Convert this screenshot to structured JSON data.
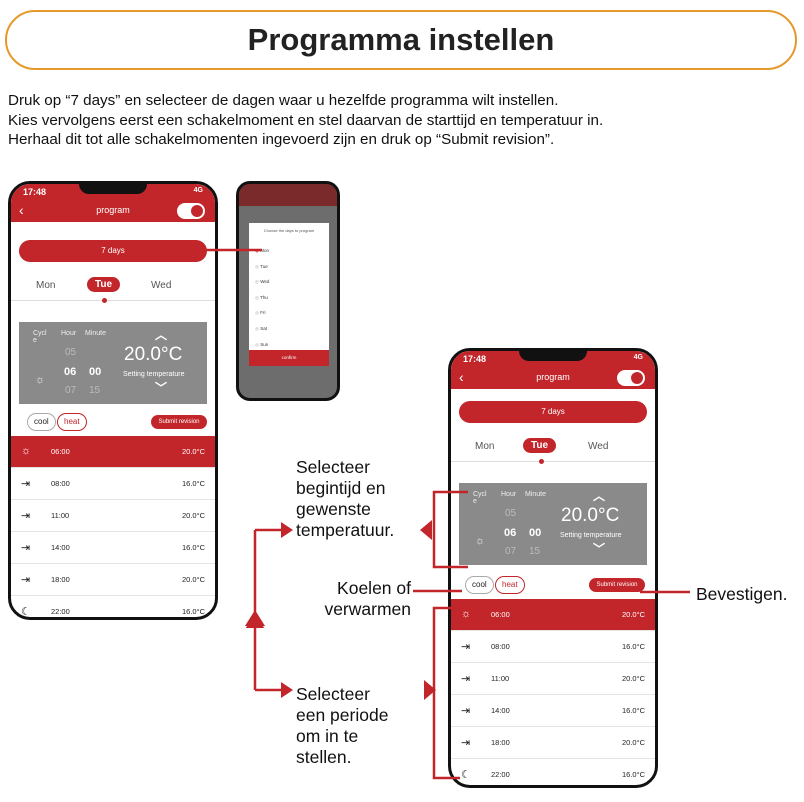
{
  "title": "Programma instellen",
  "intro": [
    "Druk op “7 days” en selecteer de dagen waar u  hezelfde programma wilt instellen.",
    "Kies vervolgens eerst een schakelmoment en stel daarvan de starttijd en temperatuur in.",
    "Herhaal dit tot alle schakelmomenten ingevoerd zijn en druk op “Submit revision”."
  ],
  "app": {
    "status_time": "17:48",
    "status_signal": "4G",
    "header_title": "program",
    "days_button": "7 days",
    "day_tabs": [
      "Mon",
      "Tue",
      "Wed"
    ],
    "selected_day": "Tue",
    "setting": {
      "cycle_label": "Cycl e",
      "hour_label": "Hour",
      "minute_label": "Minute",
      "hour_prev": "05",
      "hour_cur": "06",
      "hour_next": "07",
      "minute_cur": "00",
      "minute_next": "15",
      "temperature": "20.0°C",
      "setting_label": "Setting temperature"
    },
    "cool_label": "cool",
    "heat_label": "heat",
    "submit_label": "Submit revision",
    "periods": [
      {
        "icon": "sunrise-icon",
        "time": "06:00",
        "temp": "20.0°C",
        "active": true
      },
      {
        "icon": "door-icon",
        "time": "08:00",
        "temp": "16.0°C",
        "active": false
      },
      {
        "icon": "door-icon",
        "time": "11:00",
        "temp": "20.0°C",
        "active": false
      },
      {
        "icon": "door-icon",
        "time": "14:00",
        "temp": "16.0°C",
        "active": false
      },
      {
        "icon": "door-icon",
        "time": "18:00",
        "temp": "20.0°C",
        "active": false
      },
      {
        "icon": "moon-icon",
        "time": "22:00",
        "temp": "16.0°C",
        "active": false
      }
    ]
  },
  "popup": {
    "title": "Choose the days to program",
    "days": [
      "Mon",
      "Tue",
      "Wed",
      "Thu",
      "Fri",
      "Sat",
      "Sun"
    ],
    "confirm_label": "confirm"
  },
  "callouts": {
    "select_time": [
      "Selecteer",
      "begintijd en",
      "gewenste",
      "temperatuur."
    ],
    "cool_heat": [
      "Koelen of",
      "verwarmen"
    ],
    "confirm": "Bevestigen.",
    "select_period": [
      "Selecteer",
      "een periode",
      "om in te",
      "stellen."
    ]
  },
  "colors": {
    "accent": "#c2262b",
    "title_border": "#e6992b"
  }
}
